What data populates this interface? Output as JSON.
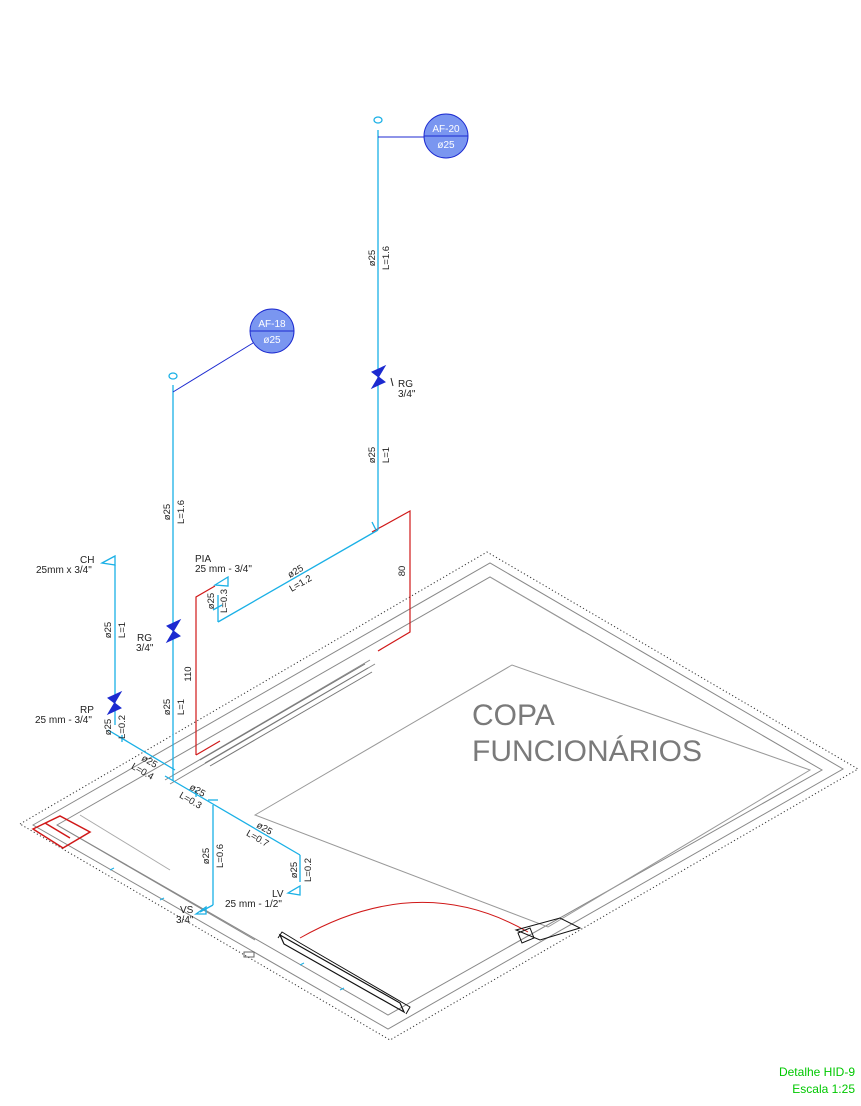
{
  "room": {
    "line1": "COPA",
    "line2": "FUNCIONÁRIOS"
  },
  "risers": [
    {
      "id": "AF-20",
      "diameter": "ø25"
    },
    {
      "id": "AF-18",
      "diameter": "ø25"
    }
  ],
  "fixtures": {
    "rg_top": {
      "code": "RG",
      "size": "3/4\""
    },
    "rg_left": {
      "code": "RG",
      "size": "3/4\""
    },
    "ch": {
      "code": "CH",
      "size": "25mm x 3/4\""
    },
    "pia": {
      "code": "PIA",
      "size": "25 mm - 3/4\""
    },
    "rp": {
      "code": "RP",
      "size": "25 mm - 3/4\""
    },
    "lv": {
      "code": "LV",
      "size": "25 mm - 1/2\""
    },
    "vs": {
      "code": "VS",
      "size": "3/4\""
    }
  },
  "pipe_labels": {
    "af20_upper": {
      "dia": "ø25",
      "len": "L=1.6"
    },
    "af20_lower": {
      "dia": "ø25",
      "len": "L=1"
    },
    "af18_upper": {
      "dia": "ø25",
      "len": "L=1.6"
    },
    "af18_lower": {
      "dia": "ø25",
      "len": "L=1"
    },
    "horiz_top": {
      "dia": "ø25",
      "len": "L=1.2"
    },
    "pia_drop": {
      "dia": "ø25",
      "len": "L=0.3"
    },
    "ch_vert": {
      "dia": "ø25",
      "len": "L=1"
    },
    "rp_vert": {
      "dia": "ø25",
      "len": "L=0.2"
    },
    "left_horiz": {
      "dia": "ø25",
      "len": "L=0.4"
    },
    "center_horiz": {
      "dia": "ø25",
      "len": "L=0.3"
    },
    "right_horiz": {
      "dia": "ø25",
      "len": "L=0.7"
    },
    "vs_drop": {
      "dia": "ø25",
      "len": "L=0.6"
    },
    "lv_drop": {
      "dia": "ø25",
      "len": "L=0.2"
    }
  },
  "heights": {
    "h80": "80",
    "h110": "110"
  },
  "sheet": {
    "detail": "Detalhe HID-9",
    "scale": "Escala 1:25"
  },
  "colors": {
    "pipe": "#1ab0e6",
    "red_line": "#d01818",
    "tag_fill": "#7a96f0",
    "valve": "#1c2ad0",
    "title": "#00c800"
  }
}
